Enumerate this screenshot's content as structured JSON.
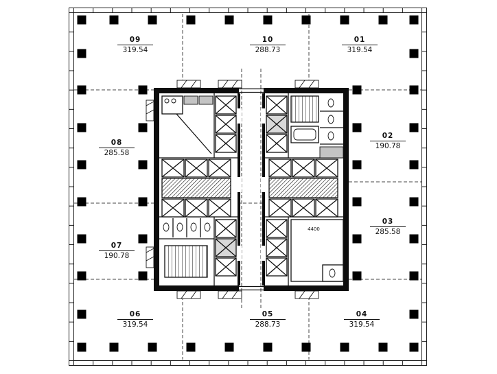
{
  "drawing": {
    "type": "tower-floor-plan",
    "background": "#ffffff",
    "line_color": "#1a1a1a"
  },
  "units": [
    {
      "id": "09",
      "area": "319.54",
      "position": "top-left"
    },
    {
      "id": "10",
      "area": "288.73",
      "position": "top-center"
    },
    {
      "id": "01",
      "area": "319.54",
      "position": "top-right"
    },
    {
      "id": "08",
      "area": "285.58",
      "position": "left-upper"
    },
    {
      "id": "02",
      "area": "190.78",
      "position": "right-upper"
    },
    {
      "id": "07",
      "area": "190.78",
      "position": "left-lower"
    },
    {
      "id": "03",
      "area": "285.58",
      "position": "right-lower"
    },
    {
      "id": "06",
      "area": "319.54",
      "position": "bottom-left"
    },
    {
      "id": "05",
      "area": "288.73",
      "position": "bottom-center"
    },
    {
      "id": "04",
      "area": "319.54",
      "position": "bottom-right"
    }
  ],
  "annotations": {
    "room_dim": "4400"
  }
}
